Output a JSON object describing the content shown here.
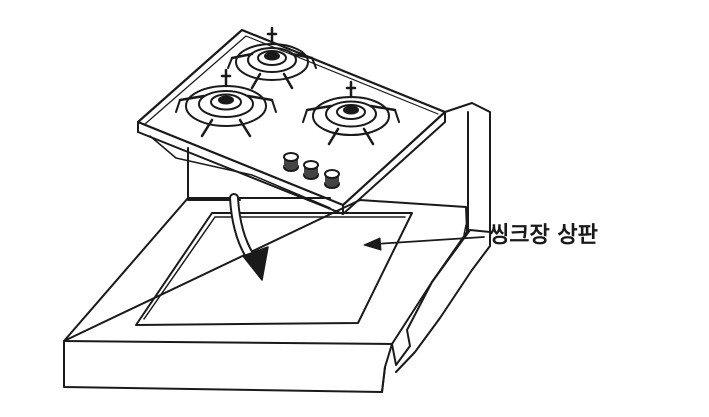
{
  "diagram": {
    "callout": {
      "label": "씽크장 상판"
    },
    "parts": {
      "cooktop": {
        "burner_count": 3,
        "knob_count": 3
      },
      "countertop": {},
      "install_arrow": {}
    },
    "colors": {
      "line": "#1a1a1a",
      "knob_fill": "#444444",
      "background": "#ffffff"
    }
  }
}
